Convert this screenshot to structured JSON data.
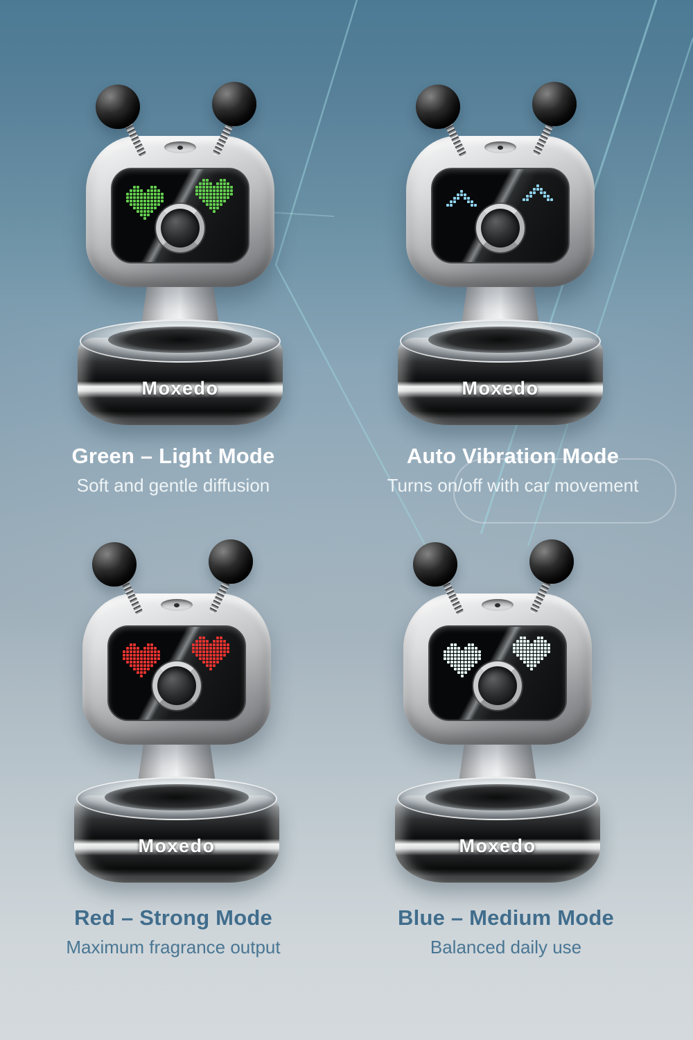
{
  "brand": "Moxedo",
  "background": {
    "top_color": "#4c7a94",
    "middle_color": "#b3c4cf",
    "bottom_color": "#fbfcfd",
    "decor_line_color": "#9ed6de"
  },
  "text_colors": {
    "top_row_title": "#ffffff",
    "top_row_subtitle": "#eef4f6",
    "bottom_row_title": "#416d8c",
    "bottom_row_subtitle": "#4a7693"
  },
  "products": [
    {
      "id": "green-light",
      "title": "Green – Light Mode",
      "subtitle": "Soft and gentle diffusion",
      "eyes": "hearts",
      "eye_color": "#63ce4f"
    },
    {
      "id": "auto-vibration",
      "title": "Auto Vibration Mode",
      "subtitle": "Turns on/off with car movement",
      "eyes": "carets",
      "eye_color": "#8fd2ec"
    },
    {
      "id": "red-strong",
      "title": "Red – Strong Mode",
      "subtitle": "Maximum fragrance output",
      "eyes": "hearts",
      "eye_color": "#e93330"
    },
    {
      "id": "blue-medium",
      "title": "Blue – Medium Mode",
      "subtitle": "Balanced daily use",
      "eyes": "hearts",
      "eye_color": "#e6f7f3"
    }
  ]
}
